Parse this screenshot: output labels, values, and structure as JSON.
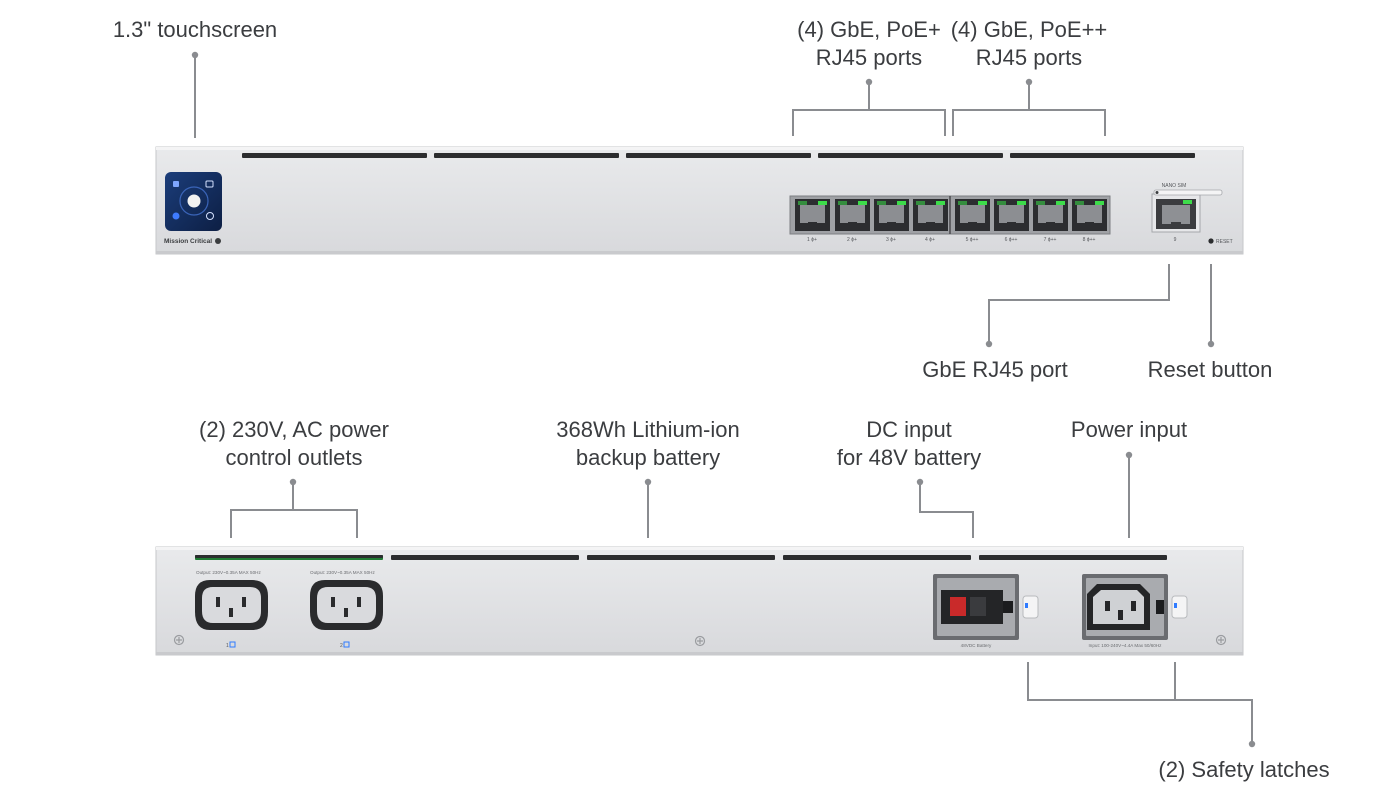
{
  "callouts": {
    "touchscreen": "1.3\" touchscreen",
    "poe_plus": "(4) GbE, PoE+\nRJ45 ports",
    "poe_plusplus": "(4) GbE, PoE++\nRJ45 ports",
    "gbe_port": "GbE RJ45 port",
    "reset_button": "Reset button",
    "ac_outlets": "(2) 230V, AC power\ncontrol outlets",
    "battery": "368Wh Lithium-ion\nbackup battery",
    "dc_input": "DC input\nfor 48V battery",
    "power_input": "Power input",
    "safety_latches": "(2) Safety latches"
  },
  "front_panel": {
    "brand_label": "Mission Critical",
    "port_labels": [
      "1 ϕ+",
      "2 ϕ+",
      "3 ϕ+",
      "4 ϕ+",
      "5 ϕ++",
      "6 ϕ++",
      "7 ϕ++",
      "8 ϕ++"
    ],
    "sim_label": "NANO SIM",
    "uplink_label": "9",
    "reset_label": "RESET"
  },
  "rear_panel": {
    "outlet_1_rating": "Output: 230V~0.35A MAX 50Hz",
    "outlet_2_rating": "Output: 230V~0.35A MAX 50Hz",
    "outlet_1_number": "1",
    "outlet_2_number": "2",
    "dc_label": "48VDC Battery",
    "ac_label": "Input: 100-240V~4.4A Max 50/60Hz"
  },
  "colors": {
    "chassis": "#dedfe2",
    "vent": "#2b2c2e",
    "port_led": "#3ddc4a",
    "accent_blue": "#2f7bff",
    "battery_connector_red": "#c92a2a",
    "leader_line": "#8a8c90"
  },
  "icons": {
    "touchscreen": "touchscreen-icon",
    "screw": "screw-icon",
    "latch": "latch-icon"
  }
}
